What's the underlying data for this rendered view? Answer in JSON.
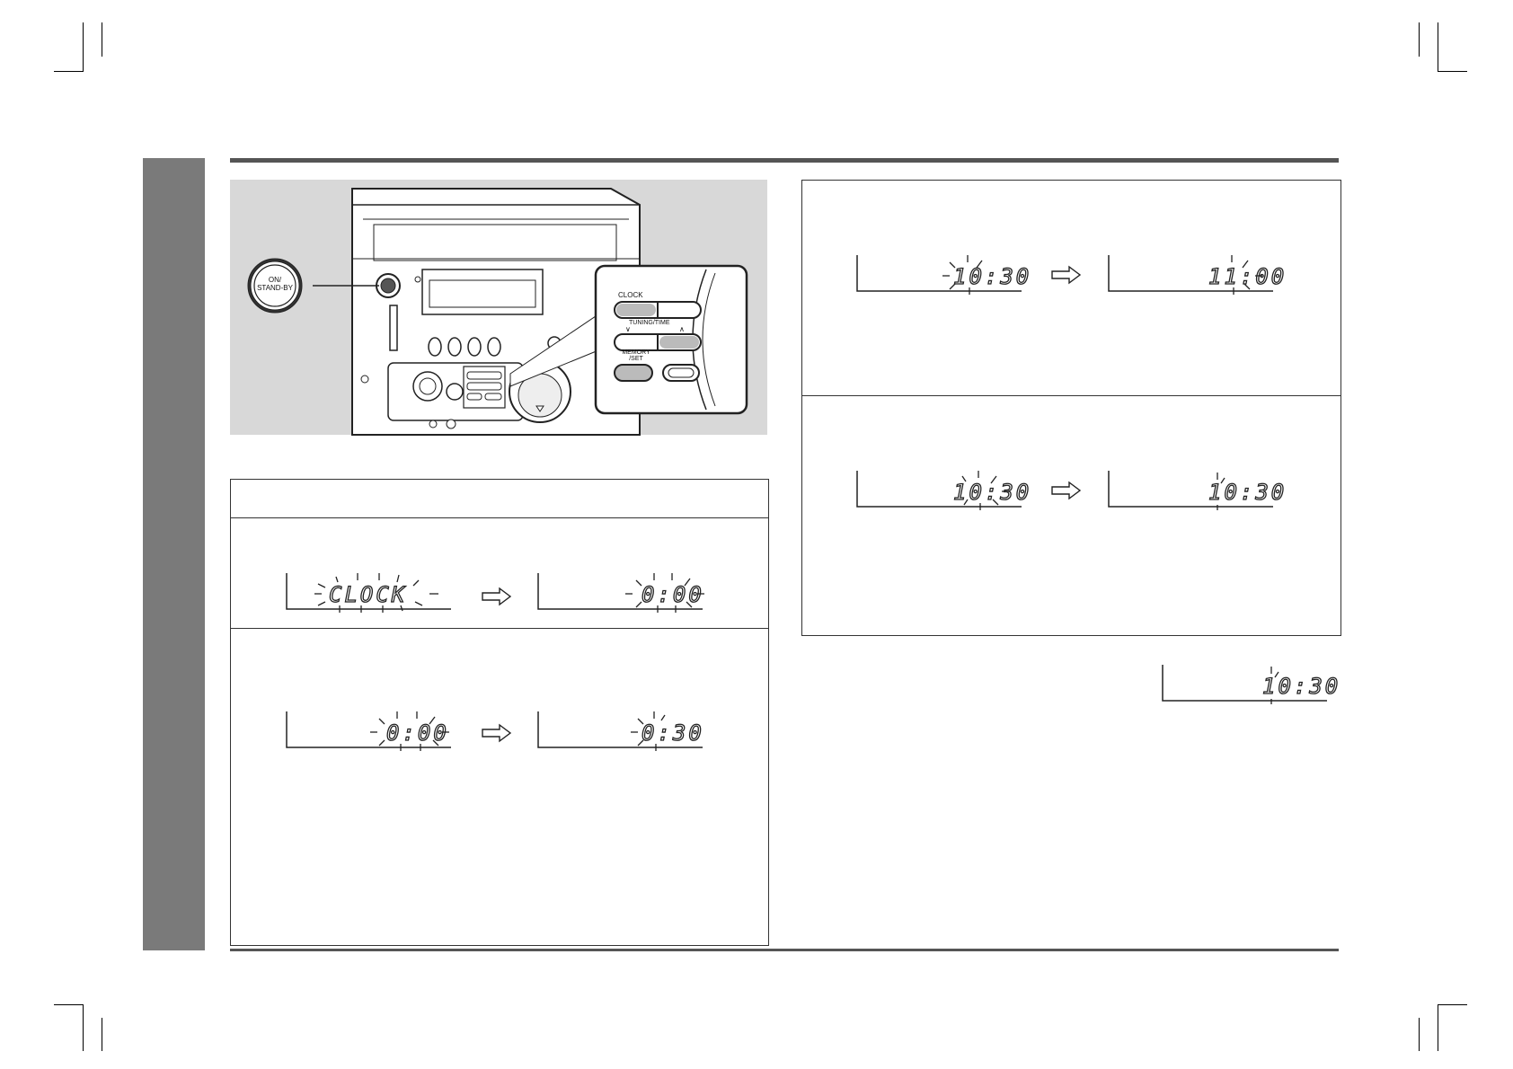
{
  "illustration": {
    "power_button_label_line1": "ON/",
    "power_button_label_line2": "STAND-BY",
    "clock_label": "CLOCK",
    "tuning_label": "TUNING/TIME",
    "tuning_down": "∨",
    "tuning_up": "∧",
    "memory_label_line1": "MEMORY",
    "memory_label_line2": "/SET"
  },
  "left_panel": {
    "step1": {
      "display_a": "CLOCK",
      "display_b": "0:00"
    },
    "step2": {
      "display_a": "0:00",
      "display_b": "0:30"
    }
  },
  "right_panel": {
    "step3": {
      "display_a": "10:30",
      "display_b": "11:00"
    },
    "step4": {
      "display_a": "10:30",
      "display_b": "10:30"
    }
  },
  "final_display": "10:30"
}
